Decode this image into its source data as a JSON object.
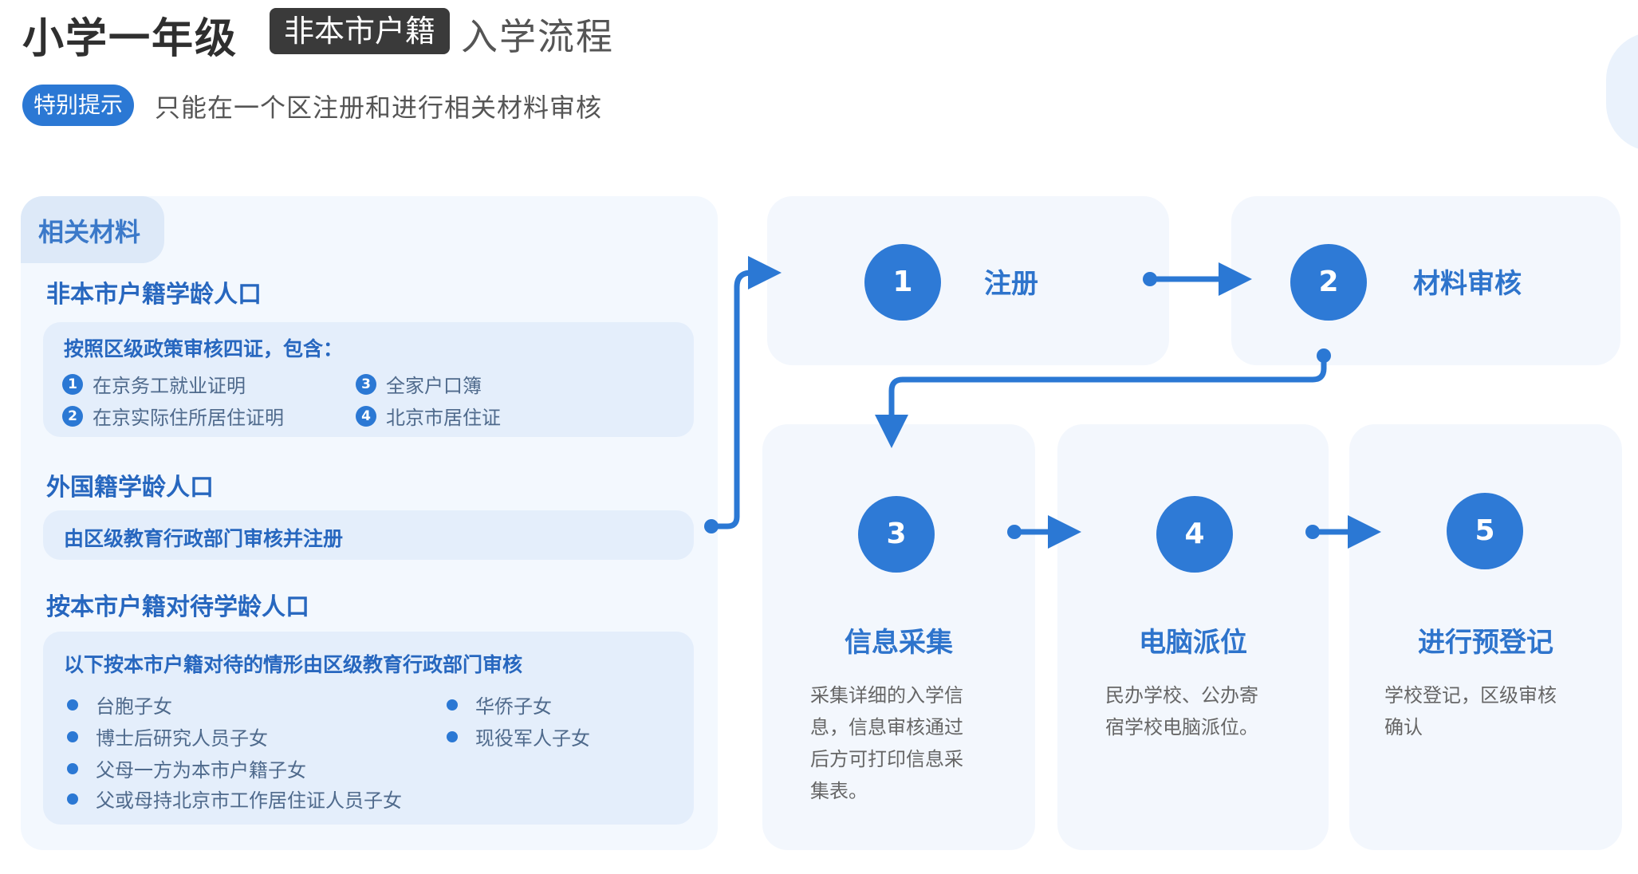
{
  "header": {
    "title_main": "小学一年级",
    "title_tag": "非本市户籍",
    "title_suffix": "入学流程"
  },
  "notice": {
    "badge": "特别提示",
    "text": "只能在一个区注册和进行相关材料审核"
  },
  "materials": {
    "tab_label": "相关材料",
    "section1": {
      "title": "非本市户籍学龄人口",
      "box_title": "按照区级政策审核四证，包含：",
      "items": [
        {
          "num": "1",
          "text": "在京务工就业证明"
        },
        {
          "num": "3",
          "text": "全家户口簿"
        },
        {
          "num": "2",
          "text": "在京实际住所居住证明"
        },
        {
          "num": "4",
          "text": "北京市居住证"
        }
      ]
    },
    "section2": {
      "title": "外国籍学龄人口",
      "box_text": "由区级教育行政部门审核并注册"
    },
    "section3": {
      "title": "按本市户籍对待学龄人口",
      "box_title": "以下按本市户籍对待的情形由区级教育行政部门审核",
      "left_items": [
        "台胞子女",
        "博士后研究人员子女",
        "父母一方为本市户籍子女",
        "父或母持北京市工作居住证人员子女"
      ],
      "right_items": [
        "华侨子女",
        "现役军人子女"
      ]
    }
  },
  "steps": [
    {
      "num": "1",
      "label": "注册"
    },
    {
      "num": "2",
      "label": "材料审核"
    },
    {
      "num": "3",
      "label": "信息采集",
      "desc_lines": [
        "采集详细的入学信",
        "息，信息审核通过",
        "后方可打印信息采",
        "集表。"
      ]
    },
    {
      "num": "4",
      "label": "电脑派位",
      "desc_lines": [
        "民办学校、公办寄",
        "宿学校电脑派位。"
      ]
    },
    {
      "num": "5",
      "label": "进行预登记",
      "desc_lines": [
        "学校登记，区级审核",
        "确认"
      ]
    }
  ],
  "colors": {
    "accent": "#2b78d4",
    "panel_bg": "#f3f7fd",
    "subbox_bg": "#e4eefb",
    "title_blue": "#2767bf"
  }
}
